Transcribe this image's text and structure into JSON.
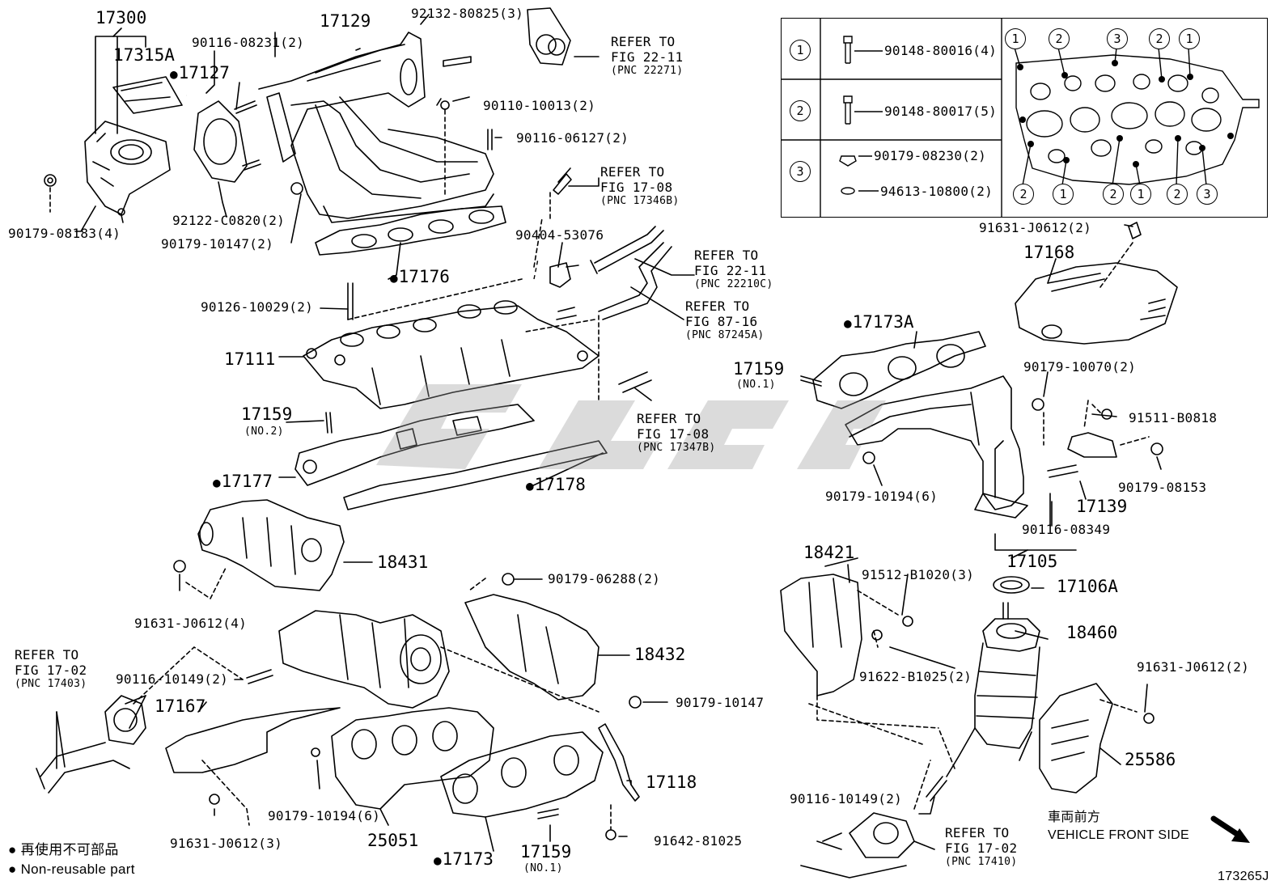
{
  "diagram": {
    "doc_number": "173265J",
    "legend_table": {
      "rows": [
        {
          "mark": "1",
          "parts": [
            "90148-80016(4)"
          ]
        },
        {
          "mark": "2",
          "parts": [
            "90148-80017(5)"
          ]
        },
        {
          "mark": "3",
          "parts": [
            "90179-08230(2)",
            "94613-10800(2)"
          ]
        }
      ],
      "pattern_marks_top": [
        "1",
        "2",
        "3",
        "2",
        "1"
      ],
      "pattern_marks_bottom": [
        "2",
        "1",
        "2",
        "1",
        "2",
        "3"
      ]
    },
    "legend_note": {
      "jp": "再使用不可部品",
      "en": "Non-reusable part"
    },
    "direction": {
      "jp": "車両前方",
      "en": "VEHICLE FRONT SIDE"
    },
    "part_labels": {
      "p17300": "17300",
      "p17315A": "17315A",
      "p90116_08231": "90116-08231(2)",
      "p17129": "17129",
      "p92132": "92132-80825(3)",
      "p17127": "17127",
      "p90110": "90110-10013(2)",
      "p90116_06127": "90116-06127(2)",
      "p90179_08183": "90179-08183(4)",
      "p92122": "92122-C0820(2)",
      "p90179_10147a": "90179-10147(2)",
      "p17176": "17176",
      "p90404": "90404-53076",
      "p90126": "90126-10029(2)",
      "p17111": "17111",
      "p17159a": "17159",
      "p17159a_sub": "(NO.2)",
      "p17177": "17177",
      "p17178": "17178",
      "p18431": "18431",
      "p91631a": "91631-J0612(4)",
      "p90179_06288": "90179-06288(2)",
      "p18432": "18432",
      "p90116_10149a": "90116-10149(2)",
      "p17167": "17167",
      "p90179_10147b": "90179-10147",
      "p90179_10194a": "90179-10194(6)",
      "p25051": "25051",
      "p17173": "17173",
      "p17159b": "17159",
      "p17159b_sub": "(NO.1)",
      "p17118": "17118",
      "p91642": "91642-81025",
      "p91631b": "91631-J0612(3)",
      "p91631c": "91631-J0612(2)",
      "p17168": "17168",
      "p17173A": "17173A",
      "p17159c": "17159",
      "p17159c_sub": "(NO.1)",
      "p90179_10070": "90179-10070(2)",
      "p91511": "91511-B0818",
      "p90179_08153": "90179-08153",
      "p90179_10194b": "90179-10194(6)",
      "p17139": "17139",
      "p90116_08349": "90116-08349",
      "p17105": "17105",
      "p18421": "18421",
      "p91512": "91512-B1020(3)",
      "p17106A": "17106A",
      "p18460": "18460",
      "p91622": "91622-B1025(2)",
      "p91631d": "91631-J0612(2)",
      "p25586": "25586",
      "p90116_10149b": "90116-10149(2)"
    },
    "refer_notes": [
      {
        "line1": "REFER TO",
        "line2": "FIG 22-11",
        "line3": "(PNC 22271)"
      },
      {
        "line1": "REFER TO",
        "line2": "FIG 17-08",
        "line3": "(PNC 17346B)"
      },
      {
        "line1": "REFER TO",
        "line2": "FIG 22-11",
        "line3": "(PNC 22210C)"
      },
      {
        "line1": "REFER TO",
        "line2": "FIG 87-16",
        "line3": "(PNC 87245A)"
      },
      {
        "line1": "REFER TO",
        "line2": "FIG 17-08",
        "line3": "(PNC 17347B)"
      },
      {
        "line1": "REFER TO",
        "line2": "FIG 17-02",
        "line3": "(PNC 17403)"
      },
      {
        "line1": "REFER TO",
        "line2": "FIG 17-02",
        "line3": "(PNC 17410)"
      }
    ]
  }
}
